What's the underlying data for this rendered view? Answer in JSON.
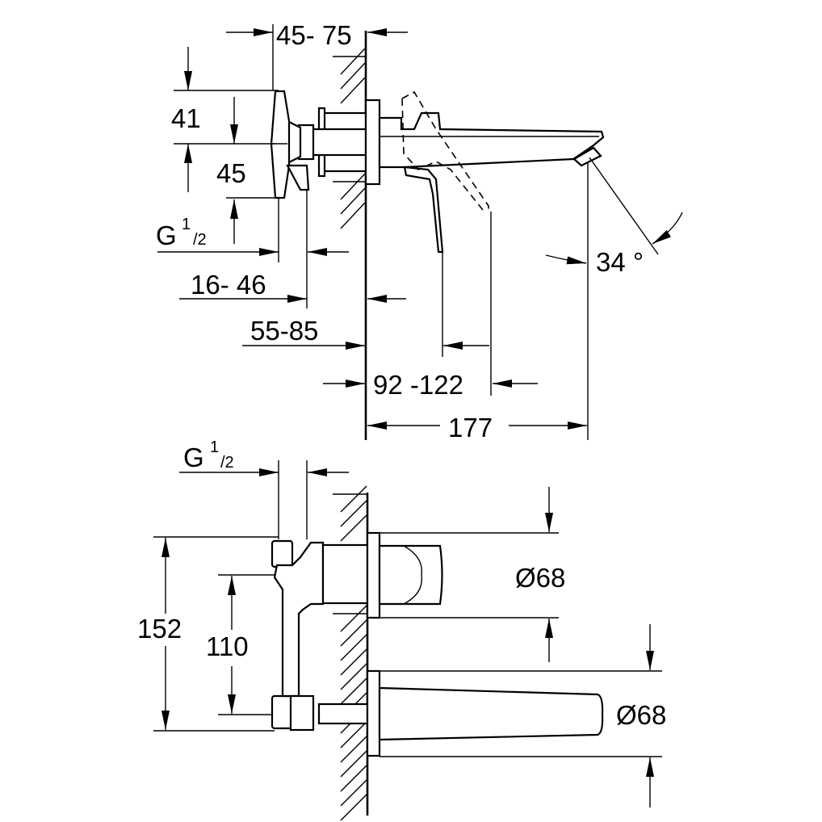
{
  "side_view": {
    "dim_wall_depth": "45- 75",
    "dim_41": "41",
    "dim_45": "45",
    "thread_main": "G",
    "thread_sup": "1",
    "thread_sub": "/2",
    "dim_16_46": "16- 46",
    "dim_55_85": "55-85",
    "dim_92_122": "92 -122",
    "dim_177": "177",
    "angle": "34 °"
  },
  "front_view": {
    "thread_main": "G",
    "thread_sup": "1",
    "thread_sub": "/2",
    "dim_152": "152",
    "dim_110": "110",
    "rosette_handle": "Ø68",
    "rosette_spout": "Ø68"
  },
  "colors": {
    "line": "#000000",
    "background": "#ffffff"
  }
}
